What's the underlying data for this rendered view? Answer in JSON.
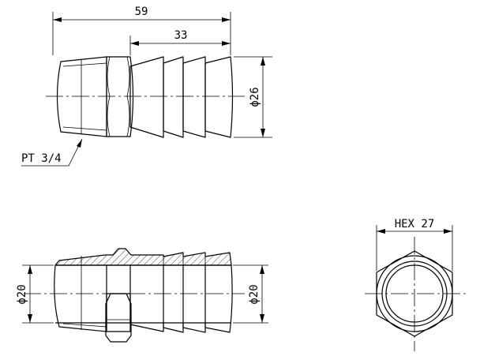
{
  "dimensions": {
    "overall_length": "59",
    "barb_length": "33",
    "barb_diameter": "ϕ26",
    "thread_spec": "PT 3/4",
    "bore_left": "ϕ20",
    "bore_right": "ϕ20",
    "hex_size": "HEX 27"
  }
}
